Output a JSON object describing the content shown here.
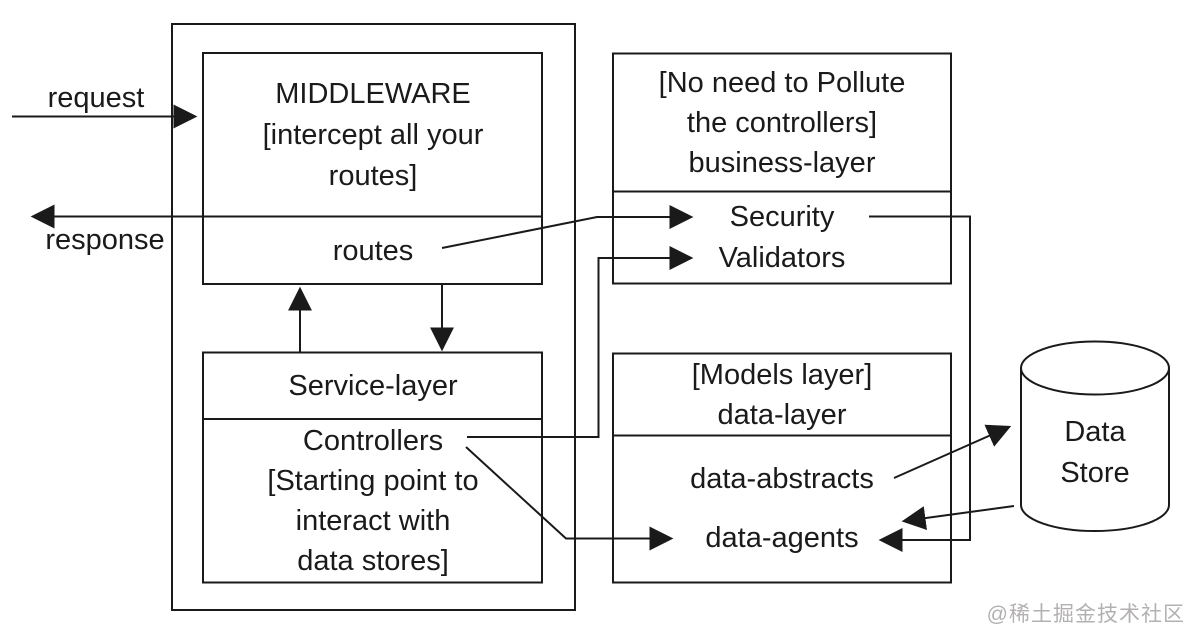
{
  "colors": {
    "ink": "#1a1a1a",
    "paper": "#ffffff",
    "watermark": "#b3b0b0"
  },
  "flow_labels": {
    "request": "request",
    "response": "response"
  },
  "middleware_box": {
    "title_lines": [
      "MIDDLEWARE",
      "[intercept all your",
      "routes]"
    ],
    "routes": "routes"
  },
  "service_box": {
    "service_layer": "Service-layer",
    "controller_lines": [
      "Controllers",
      "[Starting point to",
      "interact with",
      "data stores]"
    ]
  },
  "business_box": {
    "title_lines": [
      "[No need to Pollute",
      "the controllers]",
      "business-layer"
    ],
    "items": [
      "Security",
      "Validators"
    ]
  },
  "data_box": {
    "title_lines": [
      "[Models layer]",
      "data-layer"
    ],
    "items": [
      "data-abstracts",
      "data-agents"
    ]
  },
  "data_store": {
    "lines": [
      "Data",
      "Store"
    ]
  },
  "watermark": "@稀土掘金技术社区",
  "connections": [
    {
      "from": "request",
      "to": "middleware",
      "arrow": "right"
    },
    {
      "from": "middleware",
      "to": "response",
      "arrow": "left"
    },
    {
      "from": "service-layer",
      "to": "routes",
      "arrow": "up"
    },
    {
      "from": "routes",
      "to": "service-layer",
      "arrow": "down"
    },
    {
      "from": "routes",
      "to": "Security",
      "arrow": "right"
    },
    {
      "from": "Controllers",
      "to": "Validators",
      "arrow": "right"
    },
    {
      "from": "Security",
      "to": "data-agents",
      "arrow": "left"
    },
    {
      "from": "Controllers",
      "to": "data-agents",
      "arrow": "right"
    },
    {
      "from": "data-abstracts",
      "to": "Data Store",
      "arrow": "right-up"
    },
    {
      "from": "Data Store",
      "to": "data-agents",
      "arrow": "left"
    }
  ]
}
